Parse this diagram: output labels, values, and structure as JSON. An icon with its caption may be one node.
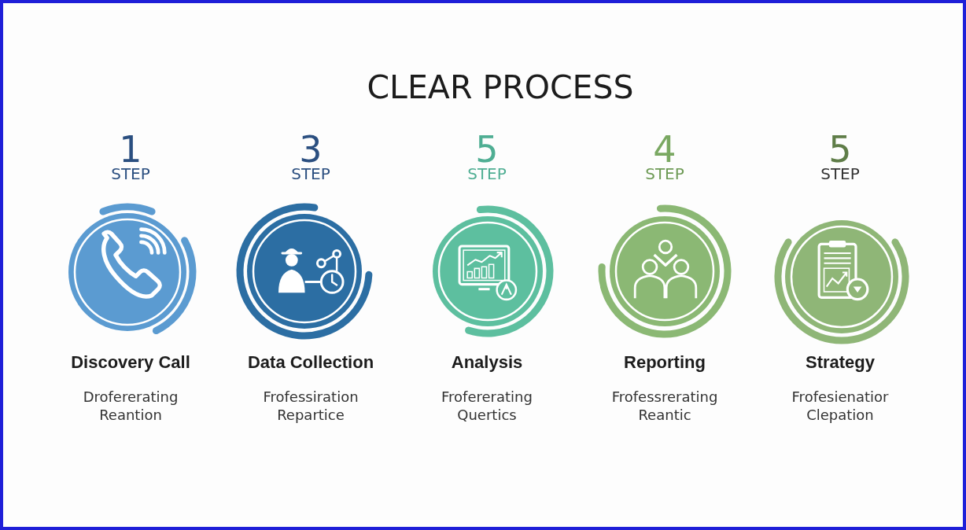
{
  "diagram": {
    "title": "CLEAR PROCESS",
    "nodes": [
      {
        "text": [
          "1",
          "STEP",
          "Discovery Call",
          "Drofererating Reantion"
        ]
      },
      {
        "text": [
          "3",
          "STEP",
          "Data Collection",
          "Frofessiration Repartice"
        ]
      },
      {
        "text": [
          "5",
          "STEP",
          "Analysis",
          "Frofererating Quertics"
        ]
      },
      {
        "text": [
          "4",
          "STEP",
          "Reporting",
          "Frofessrerating Reantic"
        ]
      },
      {
        "text": [
          "5",
          "STEP",
          "Strategy",
          "Frofesienatior Clepation"
        ]
      }
    ]
  }
}
